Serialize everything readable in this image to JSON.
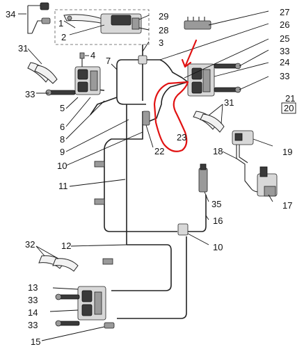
{
  "diagram": {
    "callouts": [
      {
        "id": "34",
        "label": "34"
      },
      {
        "id": "1",
        "label": "1"
      },
      {
        "id": "2",
        "label": "2"
      },
      {
        "id": "29",
        "label": "29"
      },
      {
        "id": "28",
        "label": "28"
      },
      {
        "id": "3",
        "label": "3"
      },
      {
        "id": "27",
        "label": "27"
      },
      {
        "id": "26",
        "label": "26"
      },
      {
        "id": "25",
        "label": "25"
      },
      {
        "id": "33a",
        "label": "33"
      },
      {
        "id": "24",
        "label": "24"
      },
      {
        "id": "33b",
        "label": "33"
      },
      {
        "id": "31a",
        "label": "31"
      },
      {
        "id": "4",
        "label": "4"
      },
      {
        "id": "7",
        "label": "7"
      },
      {
        "id": "33c",
        "label": "33"
      },
      {
        "id": "5",
        "label": "5"
      },
      {
        "id": "6",
        "label": "6"
      },
      {
        "id": "8",
        "label": "8"
      },
      {
        "id": "9",
        "label": "9"
      },
      {
        "id": "10a",
        "label": "10"
      },
      {
        "id": "22",
        "label": "22"
      },
      {
        "id": "23",
        "label": "23"
      },
      {
        "id": "31b",
        "label": "31"
      },
      {
        "id": "21",
        "label": "21"
      },
      {
        "id": "20",
        "label": "20"
      },
      {
        "id": "19",
        "label": "19"
      },
      {
        "id": "18",
        "label": "18"
      },
      {
        "id": "11",
        "label": "11"
      },
      {
        "id": "35",
        "label": "35"
      },
      {
        "id": "16",
        "label": "16"
      },
      {
        "id": "17",
        "label": "17"
      },
      {
        "id": "10b",
        "label": "10"
      },
      {
        "id": "32",
        "label": "32"
      },
      {
        "id": "12",
        "label": "12"
      },
      {
        "id": "13",
        "label": "13"
      },
      {
        "id": "33d",
        "label": "33"
      },
      {
        "id": "14",
        "label": "14"
      },
      {
        "id": "33e",
        "label": "33"
      },
      {
        "id": "15",
        "label": "15"
      }
    ],
    "highlight_color": "#e11212"
  }
}
